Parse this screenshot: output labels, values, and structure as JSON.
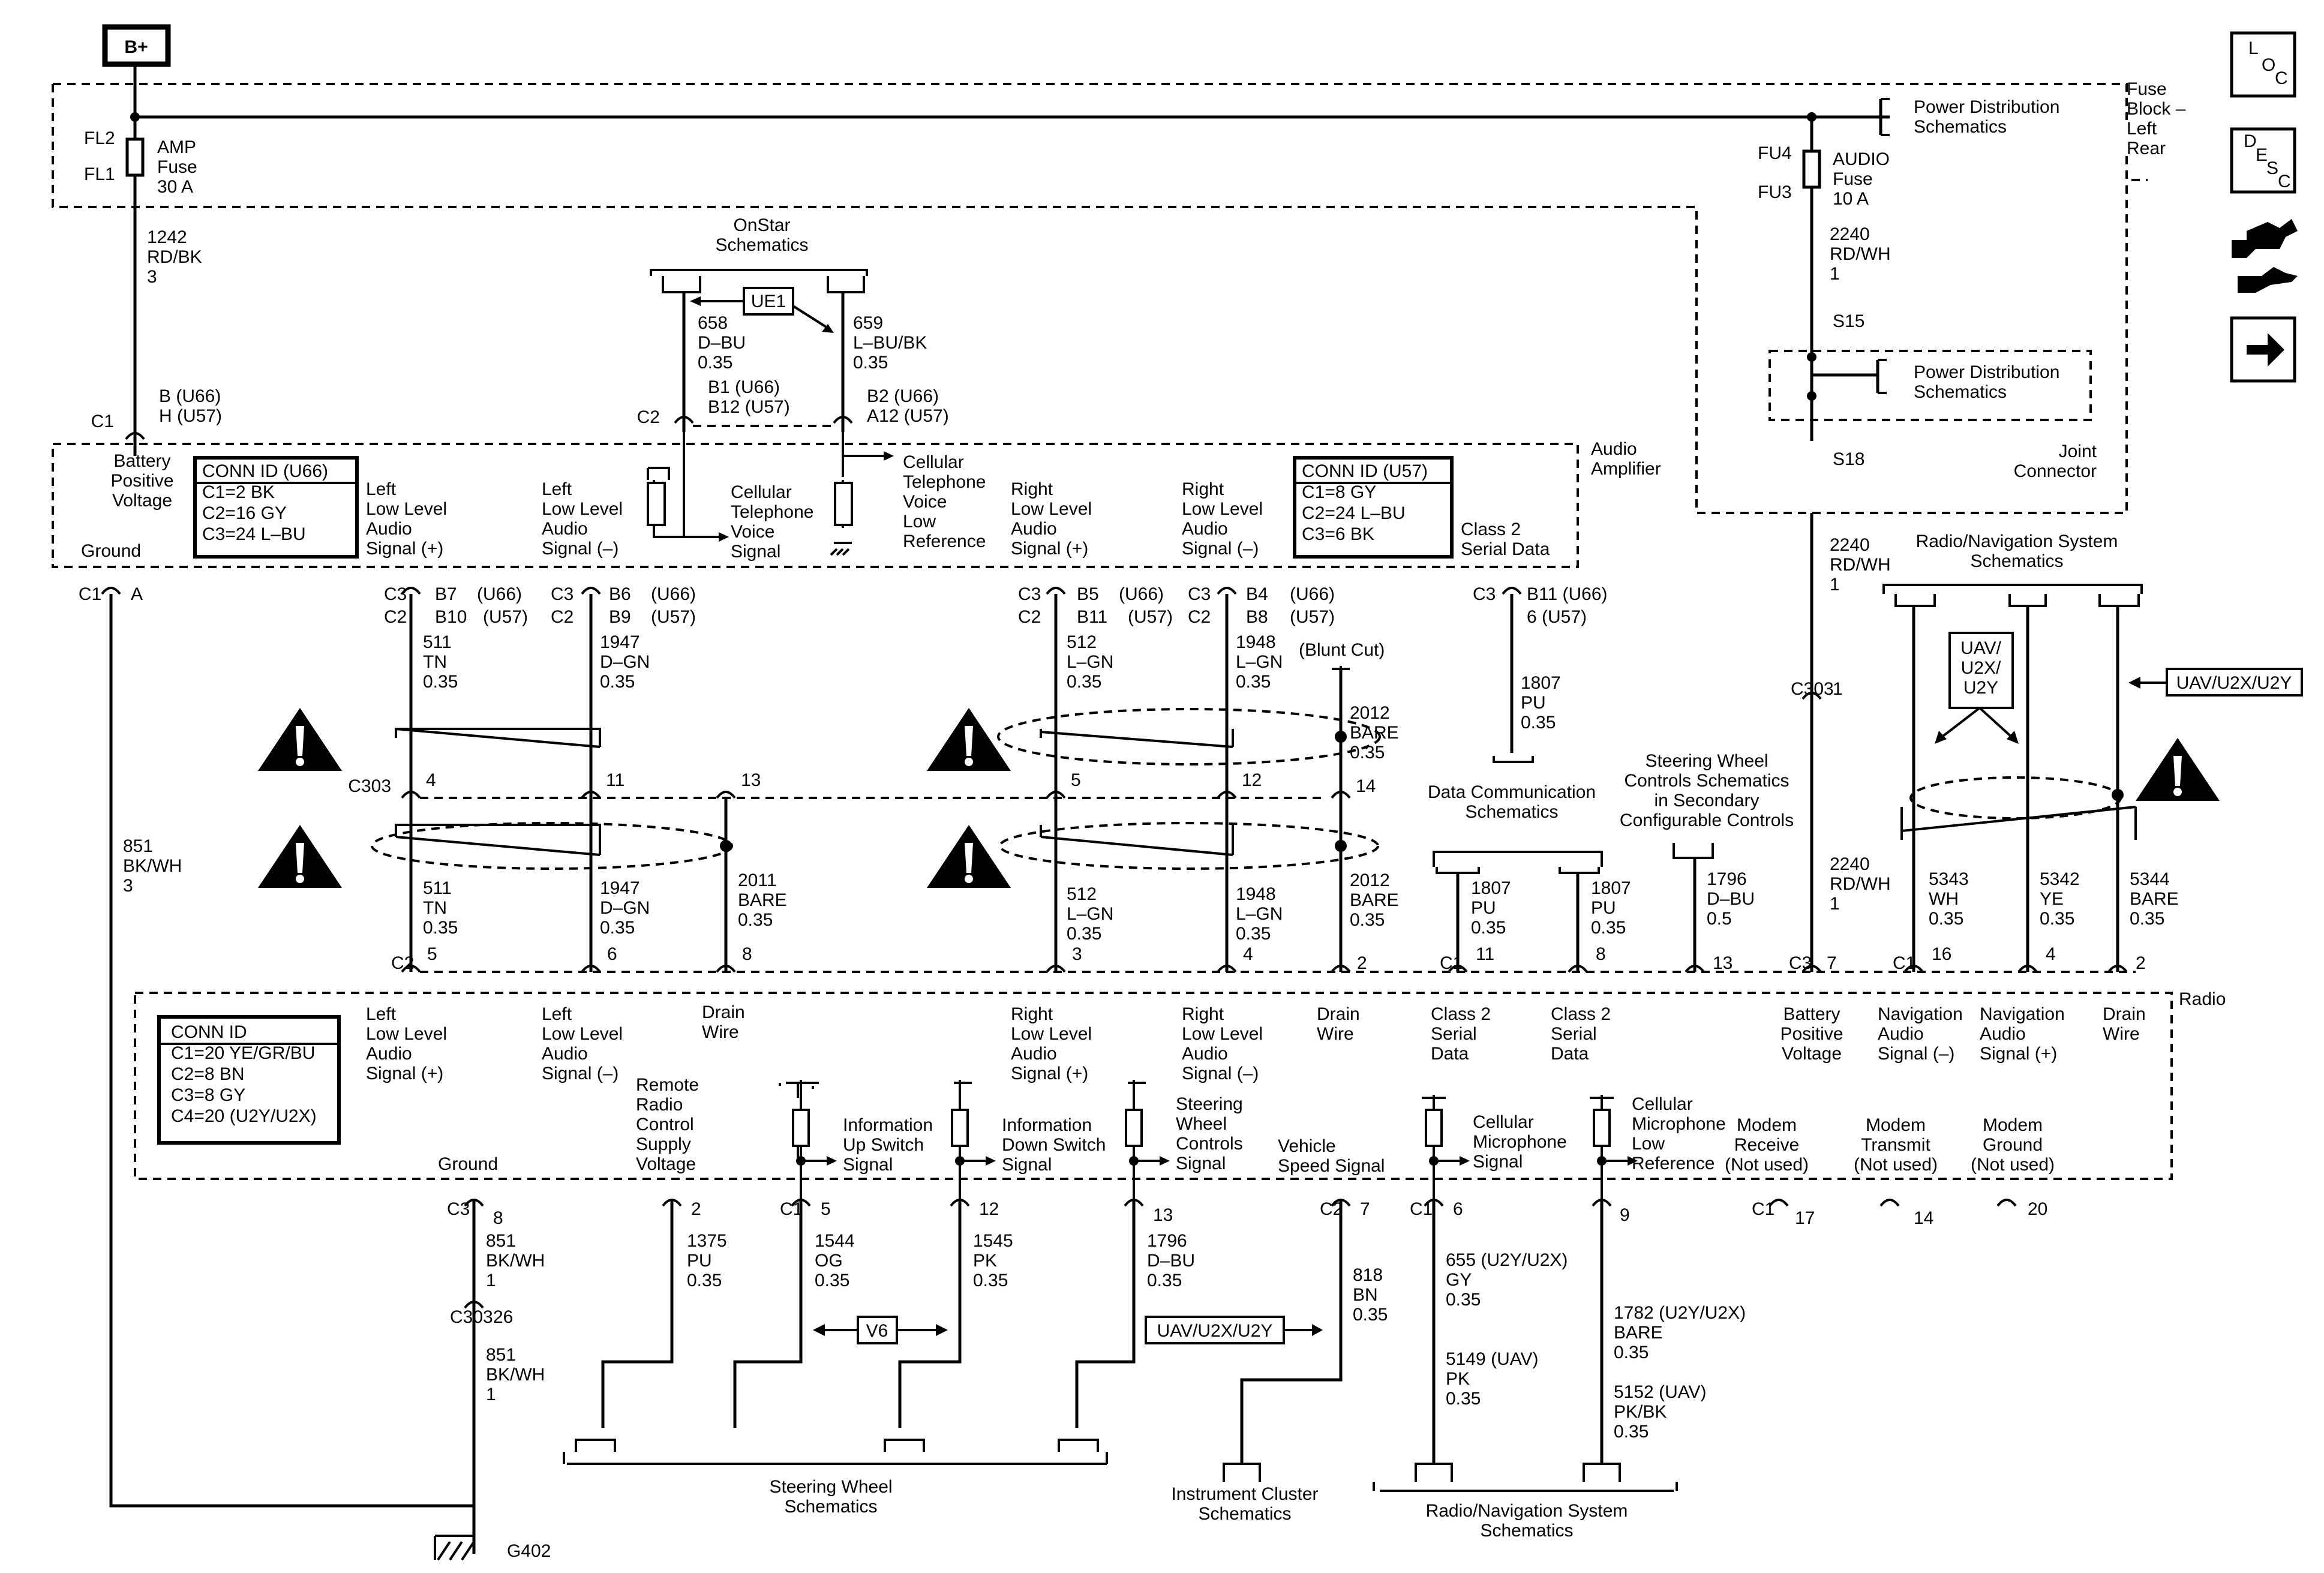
{
  "b_plus": "B+",
  "fuse_block": [
    "Fuse",
    "Block –",
    "Left",
    "Rear"
  ],
  "fl2": "FL2",
  "fl1": "FL1",
  "amp_fuse": [
    "AMP",
    "Fuse",
    "30 A"
  ],
  "fu4": "FU4",
  "fu3": "FU3",
  "audio_fuse": [
    "AUDIO",
    "Fuse",
    "10 A"
  ],
  "power_dist_1": [
    "Power Distribution",
    "Schematics"
  ],
  "power_dist_2": [
    "Power Distribution",
    "Schematics"
  ],
  "joint_connector": [
    "Joint",
    "Connector"
  ],
  "s15": "S15",
  "s18": "S18",
  "w1242": [
    "1242",
    "RD/BK",
    "3"
  ],
  "w2240a": [
    "2240",
    "RD/WH",
    "1"
  ],
  "w2240b": [
    "2240",
    "RD/WH",
    "1"
  ],
  "w2240c": [
    "2240",
    "RD/WH",
    "1"
  ],
  "onstar": [
    "OnStar",
    "Schematics"
  ],
  "ue1": "UE1",
  "w658": [
    "658",
    "D–BU",
    "0.35"
  ],
  "w659": [
    "659",
    "L–BU/BK",
    "0.35"
  ],
  "b1": [
    "B1 (U66)",
    "B12 (U57)"
  ],
  "b2": [
    "B2 (U66)",
    "A12 (U57)"
  ],
  "c2": "C2",
  "c1_top": "C1",
  "bat_pin": [
    "B (U66)",
    "H (U57)"
  ],
  "audio_amp": [
    "Audio",
    "Amplifier"
  ],
  "bat_pos": [
    "Battery",
    "Positive",
    "Voltage"
  ],
  "conn_u66": [
    "CONN ID (U66)",
    "C1=2 BK",
    "C2=16 GY",
    "C3=24 L–BU"
  ],
  "conn_u57": [
    "CONN ID (U57)",
    "C1=8 GY",
    "C2=24 L–BU",
    "C3=6 BK"
  ],
  "ll_plus": [
    "Left",
    "Low Level",
    "Audio",
    "Signal (+)"
  ],
  "ll_minus": [
    "Left",
    "Low Level",
    "Audio",
    "Signal (–)"
  ],
  "cell_voice": [
    "Cellular",
    "Telephone",
    "Voice",
    "Signal"
  ],
  "cell_voice_low": [
    "Cellular",
    "Telephone",
    "Voice",
    "Low",
    "Reference"
  ],
  "rl_plus": [
    "Right",
    "Low Level",
    "Audio",
    "Signal (+)"
  ],
  "rl_minus": [
    "Right",
    "Low Level",
    "Audio",
    "Signal (–)"
  ],
  "class2": [
    "Class 2",
    "Serial Data"
  ],
  "ground": "Ground",
  "c1a": [
    "C1",
    "A"
  ],
  "amp_pins": {
    "p1": [
      "C3",
      "C2",
      "B7",
      "B10",
      "(U66)",
      "(U57)"
    ],
    "p2": [
      "C3",
      "C2",
      "B6",
      "B9",
      "(U66)",
      "(U57)"
    ],
    "p3": [
      "C3",
      "C2",
      "B5",
      "B11",
      "(U66)",
      "(U57)"
    ],
    "p4": [
      "C3",
      "C2",
      "B4",
      "B8",
      "(U66)",
      "(U57)"
    ],
    "p5": [
      "C3",
      "B11 (U66)",
      "6 (U57)"
    ]
  },
  "w511a": [
    "511",
    "TN",
    "0.35"
  ],
  "w1947a": [
    "1947",
    "D–GN",
    "0.35"
  ],
  "w512a": [
    "512",
    "L–GN",
    "0.35"
  ],
  "w1948a": [
    "1948",
    "L–GN",
    "0.35"
  ],
  "blunt_cut": "(Blunt Cut)",
  "w2012a": [
    "2012",
    "BARE",
    "0.35"
  ],
  "w1807a": [
    "1807",
    "PU",
    "0.35"
  ],
  "data_comm": [
    "Data Communication",
    "Schematics"
  ],
  "c303": "C303",
  "c303_pins": [
    "4",
    "11",
    "13",
    "5",
    "12",
    "14"
  ],
  "c303_1": [
    "C303",
    "1"
  ],
  "w851a": [
    "851",
    "BK/WH",
    "3"
  ],
  "w511b": [
    "511",
    "TN",
    "0.35"
  ],
  "w1947b": [
    "1947",
    "D–GN",
    "0.35"
  ],
  "w2011": [
    "2011",
    "BARE",
    "0.35"
  ],
  "w512b": [
    "512",
    "L–GN",
    "0.35"
  ],
  "w1948b": [
    "1948",
    "L–GN",
    "0.35"
  ],
  "w2012b": [
    "2012",
    "BARE",
    "0.35"
  ],
  "steering_sec": [
    "Steering Wheel",
    "Controls Schematics",
    "in Secondary",
    "Configurable Controls"
  ],
  "w1807b": [
    "1807",
    "PU",
    "0.35"
  ],
  "w1807c": [
    "1807",
    "PU",
    "0.35"
  ],
  "w1796a": [
    "1796",
    "D–BU",
    "0.5"
  ],
  "radio_nav_top": [
    "Radio/Navigation System",
    "Schematics"
  ],
  "uav_box": [
    "UAV/",
    "U2X/",
    "U2Y"
  ],
  "uav_arrow": "UAV/U2X/U2Y",
  "w5343": [
    "5343",
    "WH",
    "0.35"
  ],
  "w5342": [
    "5342",
    "YE",
    "0.35"
  ],
  "w5344": [
    "5344",
    "BARE",
    "0.35"
  ],
  "radio_pins": [
    "C2",
    "5",
    "6",
    "8",
    "3",
    "4",
    "2",
    "C1",
    "11",
    "8",
    "13",
    "C3",
    "7",
    "C1",
    "16",
    "4",
    "2"
  ],
  "radio": "Radio",
  "conn_radio": [
    "CONN ID",
    "C1=20 YE/GR/BU",
    "C2=8 BN",
    "C3=8 GY",
    "C4=20 (U2Y/U2X)"
  ],
  "r_ll_plus": [
    "Left",
    "Low Level",
    "Audio",
    "Signal (+)"
  ],
  "r_ll_minus": [
    "Left",
    "Low Level",
    "Audio",
    "Signal (–)"
  ],
  "drain1": [
    "Drain",
    "Wire"
  ],
  "r_rl_plus": [
    "Right",
    "Low Level",
    "Audio",
    "Signal (+)"
  ],
  "r_rl_minus": [
    "Right",
    "Low Level",
    "Audio",
    "Signal (–)"
  ],
  "drain2": [
    "Drain",
    "Wire"
  ],
  "r_class2a": [
    "Class 2",
    "Serial",
    "Data"
  ],
  "r_class2b": [
    "Class 2",
    "Serial",
    "Data"
  ],
  "r_bat": [
    "Battery",
    "Positive",
    "Voltage"
  ],
  "nav_minus": [
    "Navigation",
    "Audio",
    "Signal (–)"
  ],
  "nav_plus": [
    "Navigation",
    "Audio",
    "Signal (+)"
  ],
  "drain3": [
    "Drain",
    "Wire"
  ],
  "remote": [
    "Remote",
    "Radio",
    "Control",
    "Supply",
    "Voltage"
  ],
  "info_up": [
    "Information",
    "Up Switch",
    "Signal"
  ],
  "info_down": [
    "Information",
    "Down Switch",
    "Signal"
  ],
  "sw_signal": [
    "Steering",
    "Wheel",
    "Controls",
    "Signal"
  ],
  "vss": [
    "Vehicle",
    "Speed Signal"
  ],
  "cell_mic": [
    "Cellular",
    "Microphone",
    "Signal"
  ],
  "cell_mic_low": [
    "Cellular",
    "Microphone",
    "Low",
    "Reference"
  ],
  "modem_rx": [
    "Modem",
    "Receive",
    "(Not used)"
  ],
  "modem_tx": [
    "Modem",
    "Transmit",
    "(Not used)"
  ],
  "modem_gnd": [
    "Modem",
    "Ground",
    "(Not used)"
  ],
  "r_ground": "Ground",
  "bottom_pins": [
    "C3",
    "8",
    "2",
    "C1",
    "5",
    "12",
    "13",
    "C2",
    "7",
    "C1",
    "6",
    "9",
    "C1",
    "17",
    "14",
    "20"
  ],
  "w851b": [
    "851",
    "BK/WH",
    "1"
  ],
  "c303_26": [
    "C303",
    "26"
  ],
  "w851c": [
    "851",
    "BK/WH",
    "1"
  ],
  "w1375": [
    "1375",
    "PU",
    "0.35"
  ],
  "w1544": [
    "1544",
    "OG",
    "0.35"
  ],
  "w1545": [
    "1545",
    "PK",
    "0.35"
  ],
  "w1796b": [
    "1796",
    "D–BU",
    "0.35"
  ],
  "v6": "V6",
  "uav_arrow2": "UAV/U2X/U2Y",
  "w818": [
    "818",
    "BN",
    "0.35"
  ],
  "w655": [
    "655 (U2Y/U2X)",
    "GY",
    "0.35"
  ],
  "w5149": [
    "5149 (UAV)",
    "PK",
    "0.35"
  ],
  "w1782": [
    "1782 (U2Y/U2X)",
    "BARE",
    "0.35"
  ],
  "w5152": [
    "5152 (UAV)",
    "PK/BK",
    "0.35"
  ],
  "steering_sch": [
    "Steering Wheel",
    "Schematics"
  ],
  "ic_sch": [
    "Instrument Cluster",
    "Schematics"
  ],
  "radio_nav_bot": [
    "Radio/Navigation System",
    "Schematics"
  ],
  "g402": "G402",
  "loc": [
    "L",
    "O",
    "C"
  ],
  "desc": [
    "D",
    "E",
    "S",
    "C"
  ]
}
